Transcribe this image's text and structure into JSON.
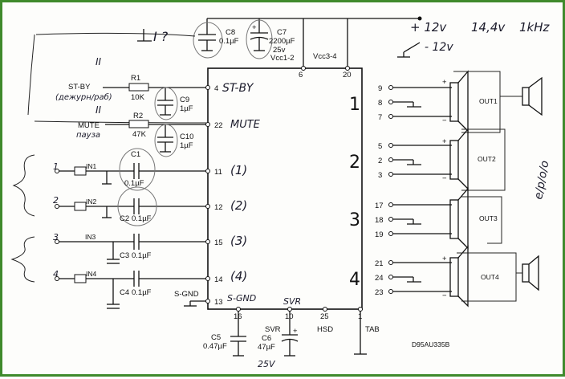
{
  "colors": {
    "frame": "#3f8a2c",
    "ink": "#111111"
  },
  "chip": {
    "top_pins": [
      {
        "num": "6",
        "label": "Vcc1-2"
      },
      {
        "num": "20",
        "label": "Vcc3-4"
      }
    ],
    "left_pins": [
      {
        "num": "4",
        "handwritten": "ST-BY"
      },
      {
        "num": "22",
        "handwritten": "MUTE"
      },
      {
        "num": "11",
        "handwritten": "(1)"
      },
      {
        "num": "12",
        "handwritten": "(2)"
      },
      {
        "num": "15",
        "handwritten": "(3)"
      },
      {
        "num": "14",
        "handwritten": "(4)"
      },
      {
        "num": "13",
        "handwritten": "S-GND"
      }
    ],
    "bottom_pins": [
      {
        "num": "16",
        "label": ""
      },
      {
        "num": "10",
        "label": "SVR"
      },
      {
        "num": "25",
        "label": "HSD"
      },
      {
        "num": "1",
        "label": "TAB"
      }
    ],
    "right_groups": [
      {
        "handwritten": "1",
        "pins": [
          "9",
          "8",
          "7"
        ],
        "out": "OUT1"
      },
      {
        "handwritten": "2",
        "pins": [
          "5",
          "2",
          "3"
        ],
        "out": "OUT2"
      },
      {
        "handwritten": "3",
        "pins": [
          "17",
          "18",
          "19"
        ],
        "out": "OUT3"
      },
      {
        "handwritten": "4",
        "pins": [
          "21",
          "24",
          "23"
        ],
        "out": "OUT4"
      }
    ]
  },
  "supply": {
    "plus": "+ 12v",
    "plus_note": "14,4v",
    "freq": "1kHz",
    "minus": "- 12v"
  },
  "components": {
    "c8": {
      "name": "C8",
      "value": "0.1µF"
    },
    "c7": {
      "name": "C7",
      "value": "2200µF",
      "voltage": "25v",
      "net": "Vcc1-2"
    },
    "r1": {
      "name": "R1",
      "value": "10K"
    },
    "r2": {
      "name": "R2",
      "value": "47K"
    },
    "c9": {
      "name": "C9",
      "value": "1µF"
    },
    "c10": {
      "name": "C10",
      "value": "1µF"
    },
    "c1": {
      "name": "C1",
      "value": "0.1µF"
    },
    "c2": {
      "name": "C2",
      "value": "0.1µF"
    },
    "c3": {
      "name": "C3",
      "value": "0.1µF"
    },
    "c4": {
      "name": "C4",
      "value": "0.1µF"
    },
    "c5": {
      "name": "C5",
      "value": "0.47µF"
    },
    "c6": {
      "name": "C6",
      "value": "47µF",
      "voltage": "25V"
    }
  },
  "labels": {
    "st_by": "ST-BY",
    "st_by_note": "(дежурн/раб)",
    "mute": "MUTE",
    "mute_note": "пауза",
    "roman": "II",
    "top_handwritten": "I ?",
    "s_gnd": "S-GND",
    "svr_note": "SVR",
    "c6_note": "25V",
    "in1": "IN1",
    "in2": "IN2",
    "in3": "IN3",
    "in4": "IN4",
    "in_nums": [
      "1",
      "2",
      "3",
      "4"
    ],
    "side_note": "e/p/o/o",
    "code": "D95AU335B"
  }
}
